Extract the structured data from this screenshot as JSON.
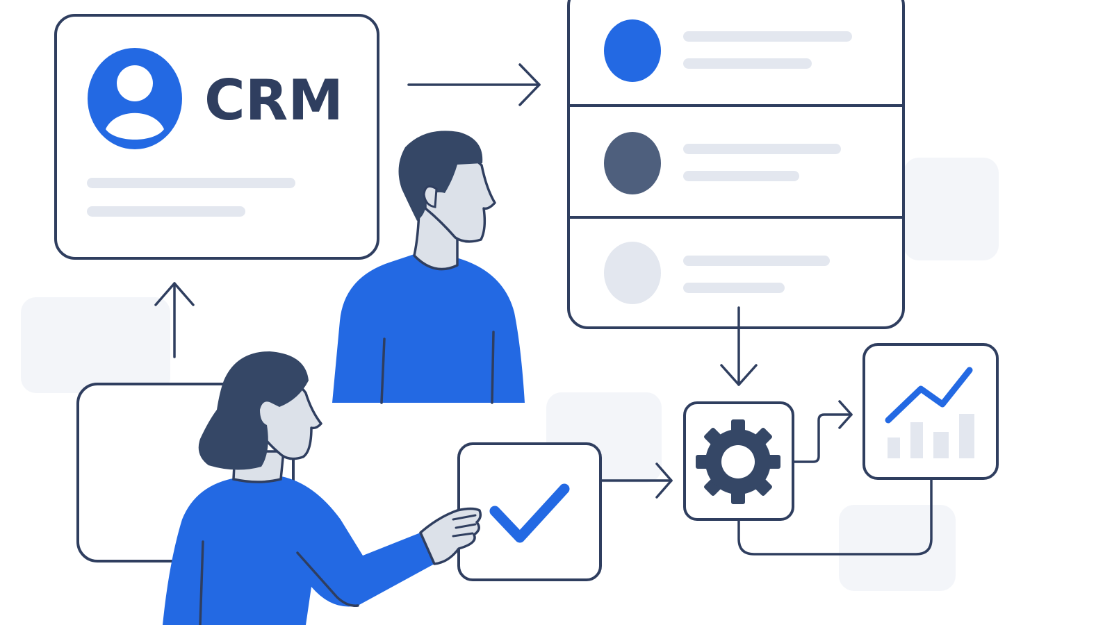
{
  "crm_card": {
    "logo_text": "CRM",
    "icon": "user-avatar-icon"
  },
  "contact_list": {
    "rows": [
      {
        "avatar_color": "#2369e3",
        "icon": "contact-avatar-icon"
      },
      {
        "avatar_color": "#4e5f7d",
        "icon": "contact-avatar-icon"
      },
      {
        "avatar_color": "#e3e7ef",
        "icon": "contact-avatar-icon"
      }
    ]
  },
  "workflow": {
    "check_icon": "checkmark-icon",
    "gear_icon": "gear-icon",
    "chart_icon": "analytics-chart-icon"
  },
  "people": [
    {
      "name_hint": "man",
      "icon": "person-man-icon"
    },
    {
      "name_hint": "woman",
      "icon": "person-woman-icon"
    }
  ],
  "colors": {
    "accent_blue": "#2369e3",
    "outline_navy": "#2f3e5f",
    "hair_navy": "#354766",
    "skin": "#dce1e9",
    "placeholder_gray": "#e3e7ef",
    "background_block": "#f3f5f9"
  }
}
